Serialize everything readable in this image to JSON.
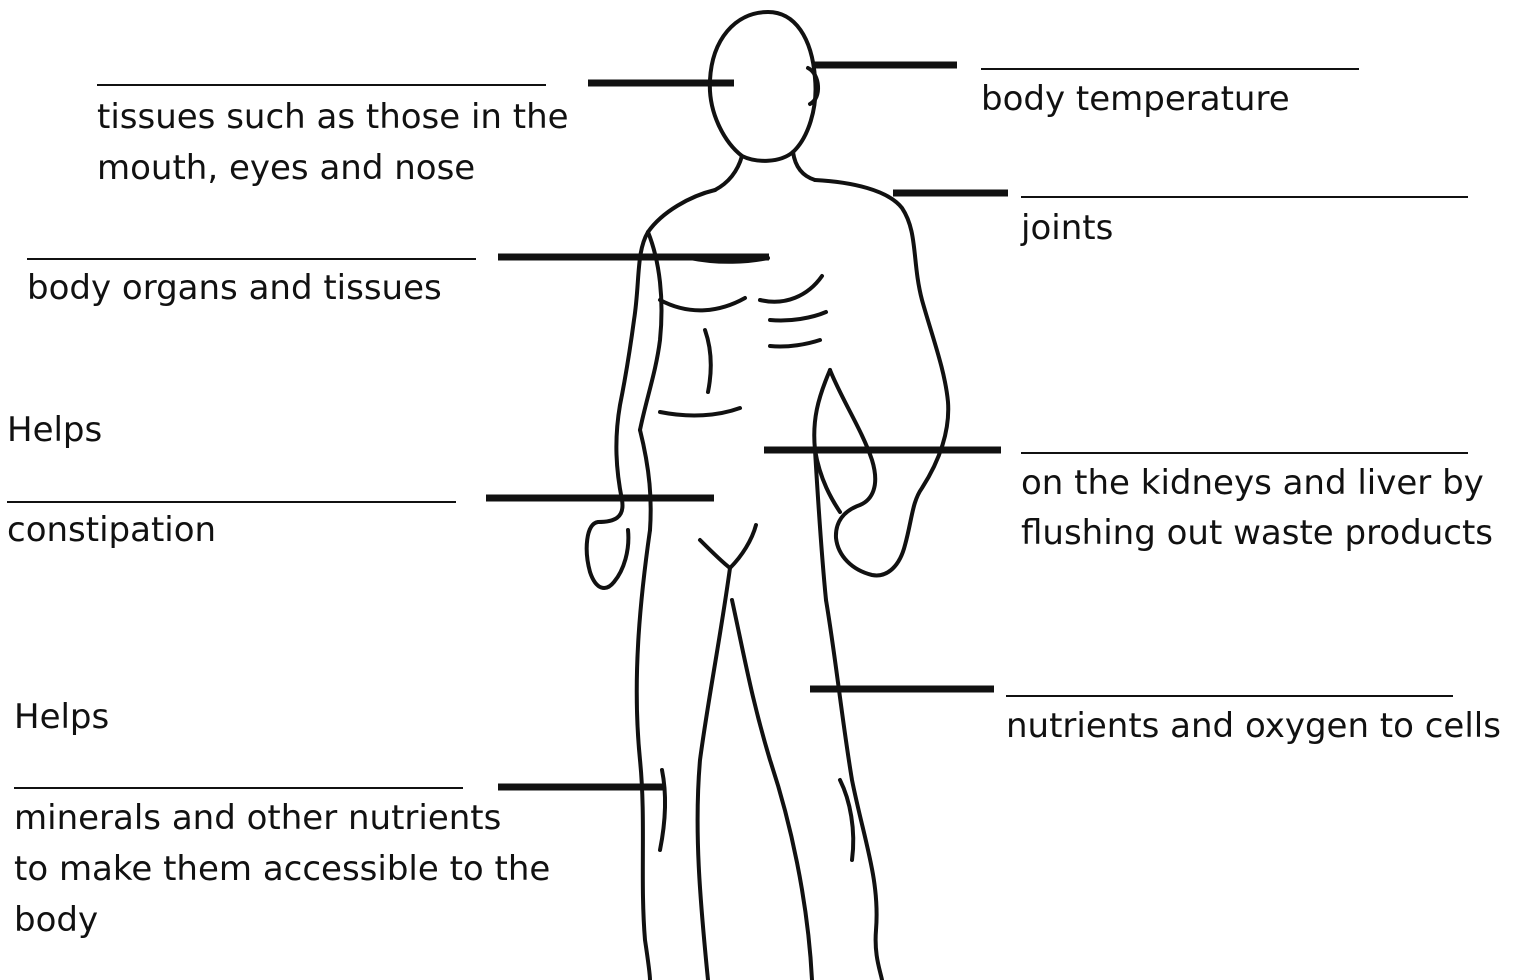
{
  "worksheet": {
    "left": {
      "tissues": {
        "lines": [
          "tissues such as those in the",
          "mouth, eyes and nose"
        ]
      },
      "organs": {
        "lines": [
          "body organs and tissues"
        ]
      },
      "constipation": {
        "prefix": "Helps",
        "lines": [
          "constipation"
        ]
      },
      "minerals": {
        "prefix": "Helps",
        "lines": [
          "minerals and other nutrients",
          "to make them accessible to the",
          "body"
        ]
      }
    },
    "right": {
      "temperature": {
        "lines": [
          "body temperature"
        ]
      },
      "joints": {
        "lines": [
          "joints"
        ]
      },
      "kidneys": {
        "lines": [
          "on the kidneys and liver by",
          "flushing out waste products"
        ]
      },
      "nutrients": {
        "lines": [
          "nutrients and oxygen to cells"
        ]
      }
    }
  },
  "colors": {
    "ink": "#111111",
    "background": "#ffffff"
  }
}
